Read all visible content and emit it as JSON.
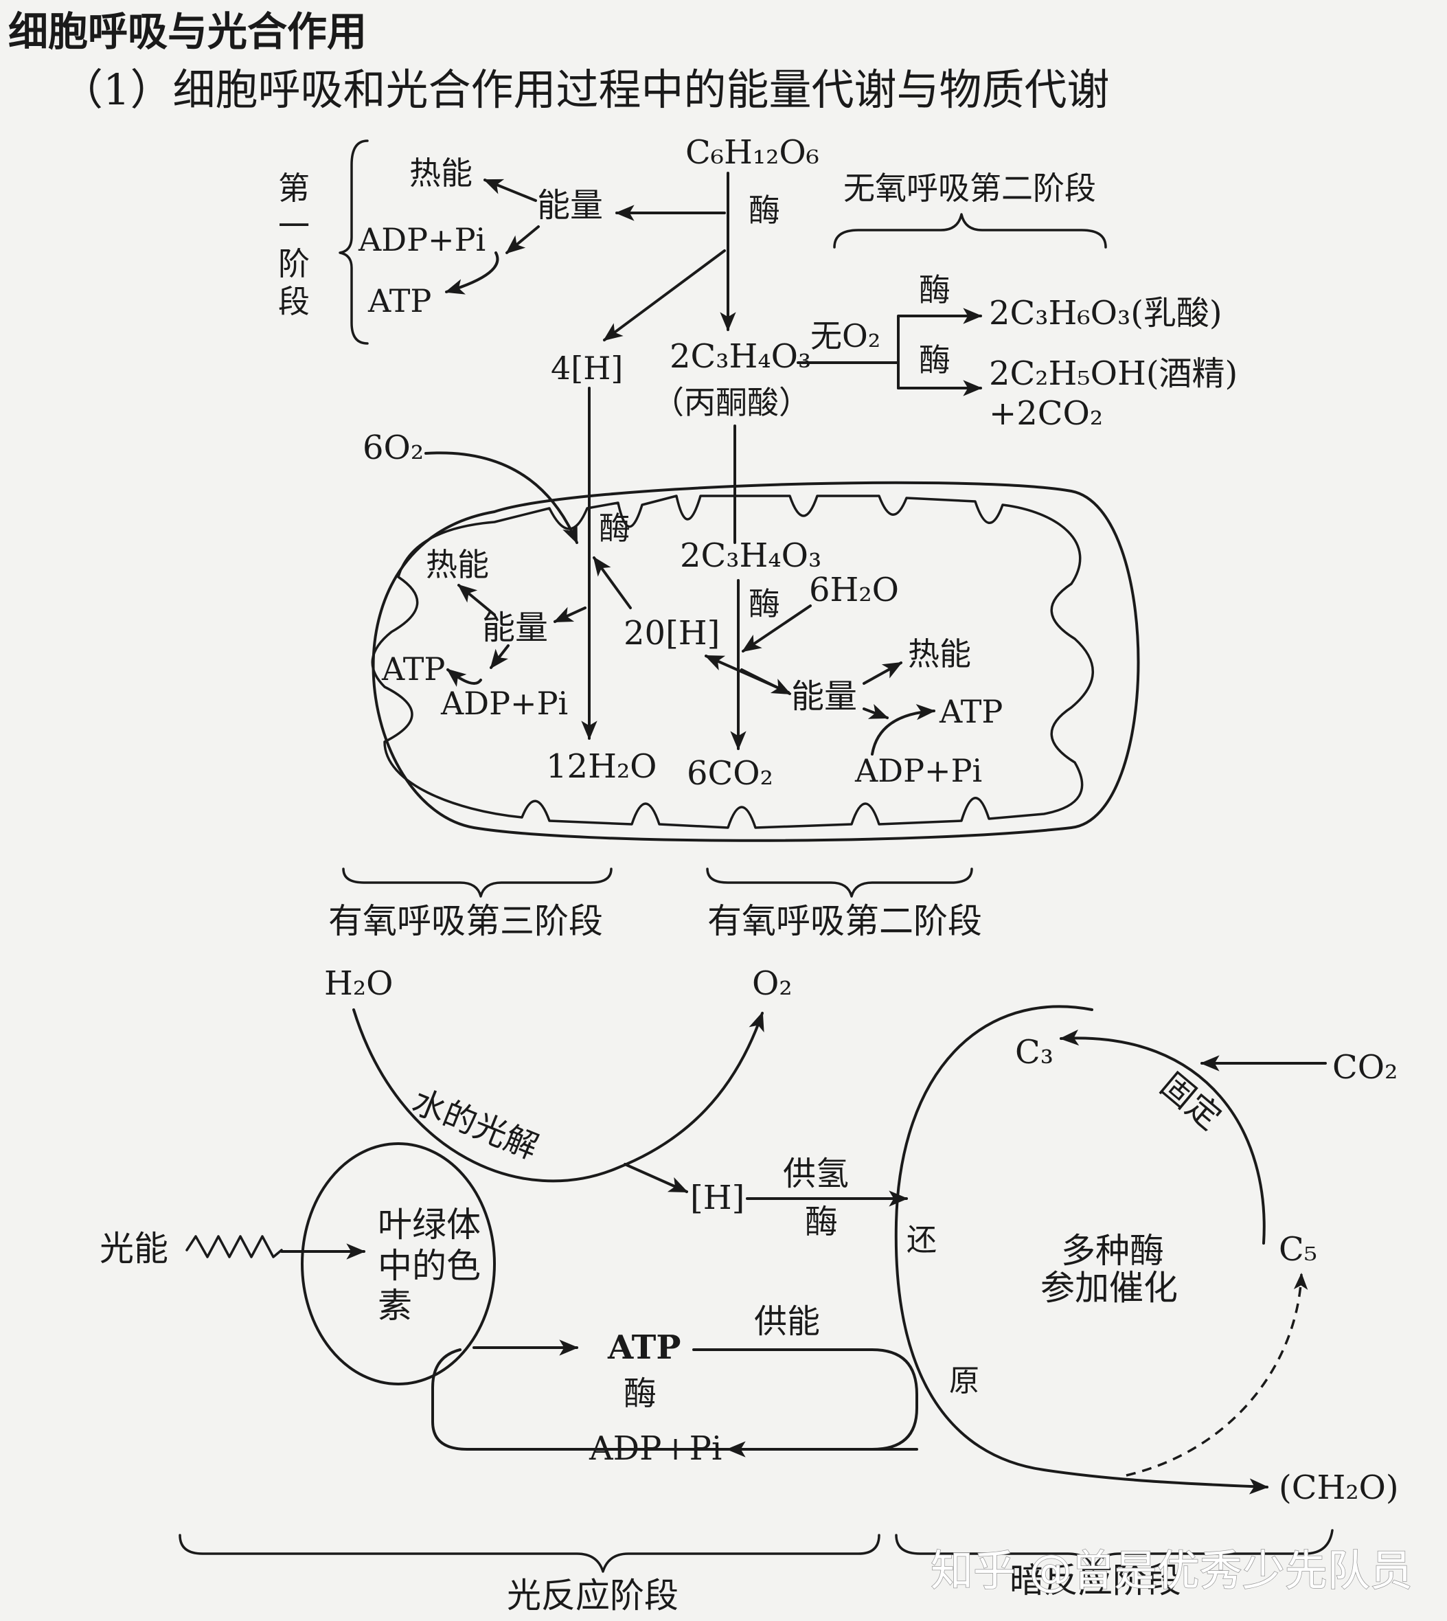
{
  "header": {
    "section_title": "细胞呼吸与光合作用",
    "subtitle": "（1）细胞呼吸和光合作用过程中的能量代谢与物质代谢"
  },
  "respiration": {
    "glucose": "C₆H₁₂O₆",
    "enzyme": "酶",
    "stage1_label": "第一阶段",
    "heat": "热能",
    "energy": "能量",
    "adp_pi": "ADP+Pi",
    "atp": "ATP",
    "h4": "4[H]",
    "pyruvate": "2C₃H₄O₃",
    "pyruvate_name": "（丙酮酸）",
    "anaerobic_stage2": "无氧呼吸第二阶段",
    "no_o2": "无O₂",
    "lactic": "2C₃H₆O₃(乳酸)",
    "ethanol": "2C₂H₅OH(酒精)",
    "co2_2": "+2CO₂",
    "o2_6": "6O₂",
    "h2o_6": "6H₂O",
    "h20": "20[H]",
    "h2o_12": "12H₂O",
    "co2_6": "6CO₂",
    "aerobic_stage3": "有氧呼吸第三阶段",
    "aerobic_stage2": "有氧呼吸第二阶段"
  },
  "photosynthesis": {
    "h2o": "H₂O",
    "o2": "O₂",
    "photolysis": "水的光解",
    "light_energy": "光能",
    "pigment_line1": "叶绿体",
    "pigment_line2": "中的色",
    "pigment_line3": "素",
    "h": "[H]",
    "supply_h": "供氢",
    "enzyme": "酶",
    "atp": "ATP",
    "adp_pi": "ADP+Pi",
    "supply_energy": "供能",
    "c3": "C₃",
    "co2": "CO₂",
    "fixation": "固定",
    "c5": "C₅",
    "multi_enzyme_line1": "多种酶",
    "multi_enzyme_line2": "参加催化",
    "reduction_1": "还",
    "reduction_2": "原",
    "ch2o": "(CH₂O)",
    "light_stage": "光反应阶段",
    "dark_stage": "暗反应阶段"
  },
  "watermark": "知乎 @曾是优秀少先队员"
}
